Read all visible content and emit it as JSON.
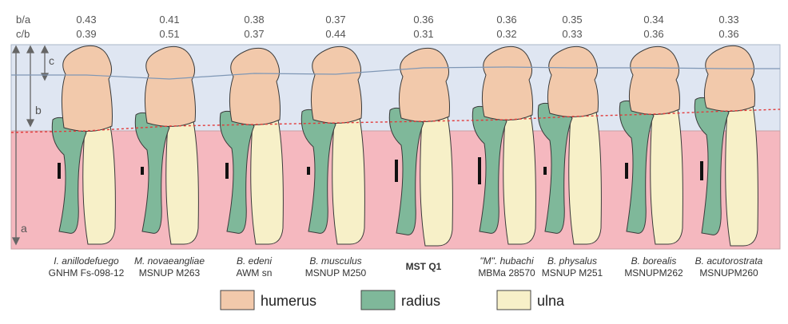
{
  "ratio_labels": {
    "ba": "b/a",
    "cb": "c/b"
  },
  "axis_labels": {
    "a": "a",
    "b": "b",
    "c": "c"
  },
  "specimens": [
    {
      "ba": "0.43",
      "cb": "0.39",
      "name": "I. anillodefuego",
      "code": "GNHM Fs-098-12",
      "bold": false,
      "scale": 0.5
    },
    {
      "ba": "0.41",
      "cb": "0.51",
      "name": "M. novaeangliae",
      "code": "MSNUP M263",
      "bold": false,
      "scale": 0.25
    },
    {
      "ba": "0.38",
      "cb": "0.37",
      "name": "B. edeni",
      "code": "AWM sn",
      "bold": false,
      "scale": 0.5
    },
    {
      "ba": "0.37",
      "cb": "0.44",
      "name": "B. musculus",
      "code": "MSNUP M250",
      "bold": false,
      "scale": 0.25
    },
    {
      "ba": "0.36",
      "cb": "0.31",
      "name": "",
      "code": "MST Q1",
      "bold": true,
      "scale": 0.7
    },
    {
      "ba": "0.36",
      "cb": "0.32",
      "name": "\"M\". hubachi",
      "code": "MBMa 28570",
      "bold": false,
      "scale": 0.85
    },
    {
      "ba": "0.35",
      "cb": "0.33",
      "name": "B. physalus",
      "code": "MSNUP M251",
      "bold": false,
      "scale": 0.25
    },
    {
      "ba": "0.34",
      "cb": "0.36",
      "name": "B. borealis",
      "code": "MSNUPM262",
      "bold": false,
      "scale": 0.5
    },
    {
      "ba": "0.33",
      "cb": "0.36",
      "name": "B. acutorostrata",
      "code": "MSNUPM260",
      "bold": false,
      "scale": 0.6
    }
  ],
  "legend": [
    {
      "label": "humerus",
      "color": "#f2c9ab"
    },
    {
      "label": "radius",
      "color": "#7fb89a"
    },
    {
      "label": "ulna",
      "color": "#f7f0c8"
    }
  ],
  "colors": {
    "upper_band": "#dfe6f2",
    "lower_band": "#f5b8bf",
    "outline": "#3a3a3a",
    "c_line": "#7f97b5",
    "b_line": "#e23a3a",
    "text": "#444444"
  }
}
